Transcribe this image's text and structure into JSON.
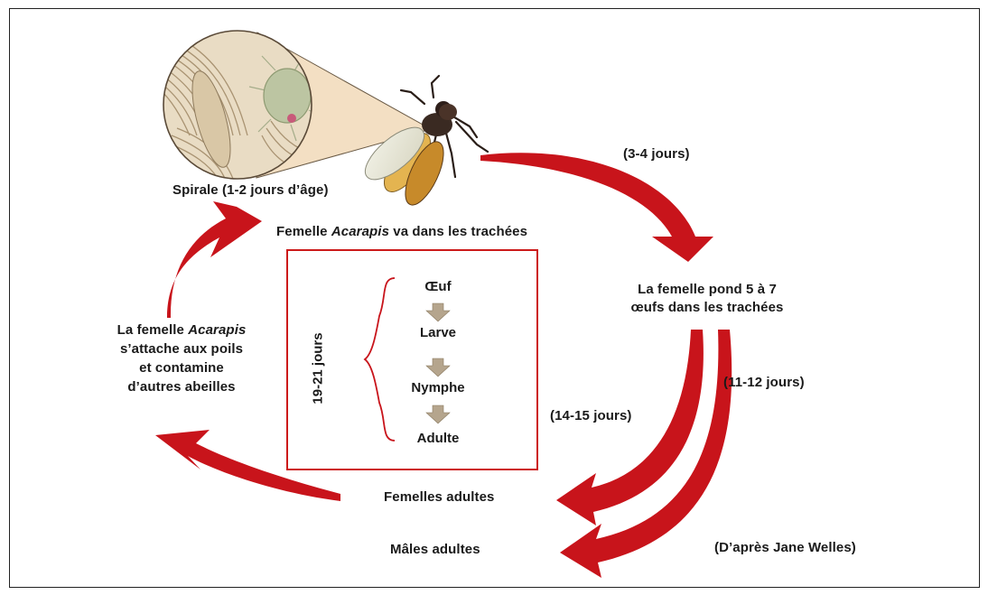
{
  "labels": {
    "spiral": "Spirale (1-2 jours d’âge)",
    "female_enters_pre": "Femelle ",
    "female_enters_italic": "Acarapis",
    "female_enters_post": " va dans les trachées",
    "lays_line1": "La femelle pond 5 à 7",
    "lays_line2": "œufs dans les trachées",
    "attach_line1_pre": "La femelle ",
    "attach_line1_italic": "Acarapis",
    "attach_line2": "s’attache aux poils",
    "attach_line3": "et contamine",
    "attach_line4": "d’autres abeilles",
    "adult_females": "Femelles adultes",
    "adult_males": "Mâles adultes",
    "source": "(D’après Jane Welles)"
  },
  "durations": {
    "to_laying": "(3-4 jours)",
    "to_females": "(14-15 jours)",
    "to_males": "(11-12 jours)",
    "development": "19-21 jours"
  },
  "stages": [
    "Œuf",
    "Larve",
    "Nymphe",
    "Adulte"
  ],
  "colors": {
    "arrow_red": "#c8141b",
    "box_border": "#cc1a1a",
    "stage_arrow": "#b5a58d"
  },
  "icons": [
    "bee-icon",
    "magnified-mite-icon",
    "bracket-icon"
  ]
}
